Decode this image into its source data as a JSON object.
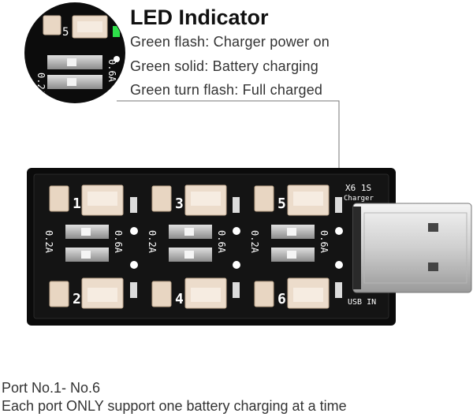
{
  "led_indicator": {
    "title": "LED Indicator",
    "lines": [
      "Green flash: Charger power on",
      "Green solid: Battery charging",
      "Green turn flash: Full charged"
    ]
  },
  "board": {
    "model_label": "X6 1S",
    "model_sub": "Charger",
    "usb_label": "USB IN",
    "port_numbers": [
      "1",
      "2",
      "3",
      "4",
      "5",
      "6"
    ],
    "switch_left": "0.2A",
    "switch_right": "0.6A",
    "inset_port": "5"
  },
  "caption": {
    "line1": "Port No.1- No.6",
    "line2": "Each port ONLY support one battery charging at a time"
  }
}
